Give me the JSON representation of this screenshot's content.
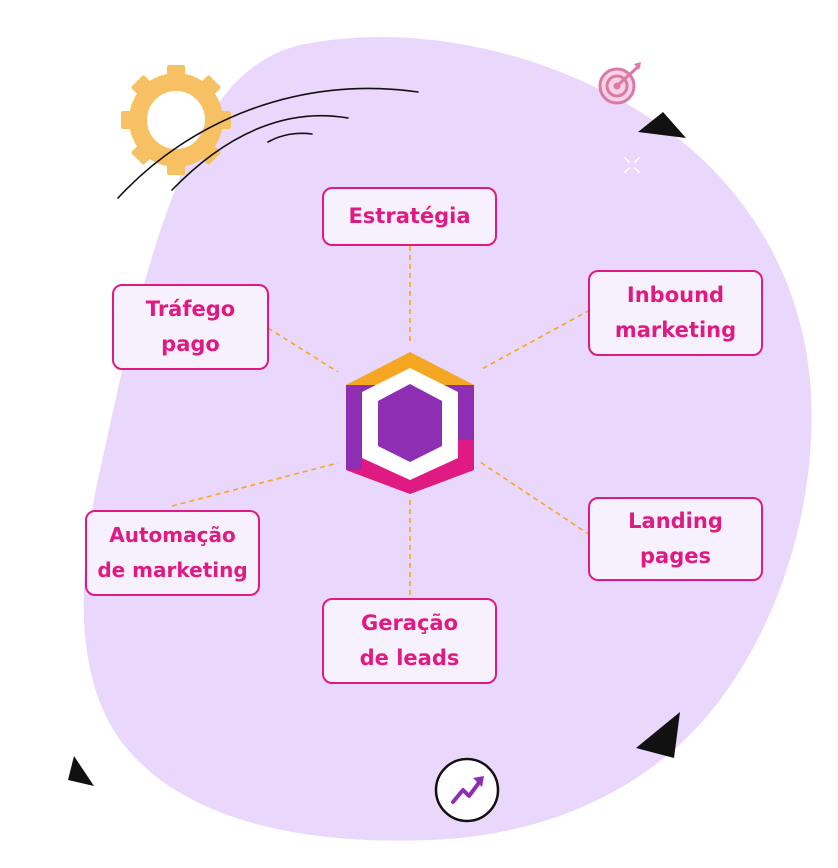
{
  "diagram": {
    "colors": {
      "blob": "#e9d8fc",
      "accent": "#e01a83",
      "connector": "#f5a623",
      "gear": "#f7c163",
      "logo_orange": "#f5a623",
      "logo_purple": "#8e2fb3",
      "logo_pink": "#e01a83",
      "target": "#d97aa8",
      "dark": "#111111"
    },
    "center": {
      "name": "hexagon-logo"
    },
    "nodes": [
      {
        "id": "estrategia",
        "lines": [
          "Estratégia"
        ]
      },
      {
        "id": "inbound",
        "lines": [
          "Inbound",
          "marketing"
        ]
      },
      {
        "id": "landing",
        "lines": [
          "Landing",
          "pages"
        ]
      },
      {
        "id": "geracao",
        "lines": [
          "Geração",
          "de leads"
        ]
      },
      {
        "id": "automacao",
        "lines": [
          "Automação",
          "de marketing"
        ]
      },
      {
        "id": "trafego",
        "lines": [
          "Tráfego",
          "pago"
        ]
      }
    ],
    "decorations": {
      "gear_icon": "gear-icon",
      "target_icon": "target-icon",
      "trend_icon": "trend-up-icon",
      "sparkle_icon": "sparkle-icon"
    }
  }
}
